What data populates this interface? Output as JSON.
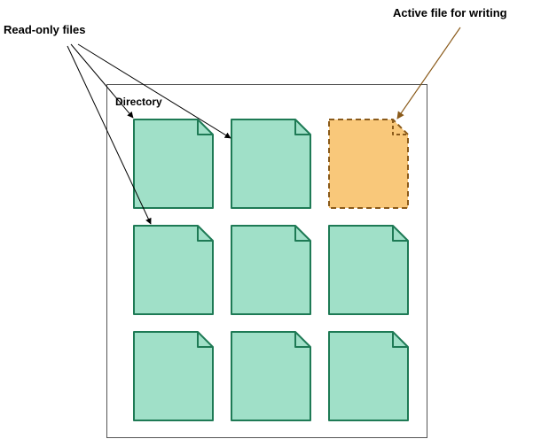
{
  "labels": {
    "read_only": "Read-only files",
    "active": "Active file for writing",
    "directory": "Directory"
  },
  "colors": {
    "read_only_fill": "#a0e0c8",
    "read_only_stroke": "#1e7a55",
    "active_fill": "#f9c87a",
    "active_stroke": "#8a5a1a",
    "active_arrow": "#8a5a1a",
    "arrow": "#000000",
    "directory_border": "#555555"
  },
  "files": [
    {
      "kind": "read-only"
    },
    {
      "kind": "read-only"
    },
    {
      "kind": "active"
    },
    {
      "kind": "read-only"
    },
    {
      "kind": "read-only"
    },
    {
      "kind": "read-only"
    },
    {
      "kind": "read-only"
    },
    {
      "kind": "read-only"
    },
    {
      "kind": "read-only"
    }
  ]
}
